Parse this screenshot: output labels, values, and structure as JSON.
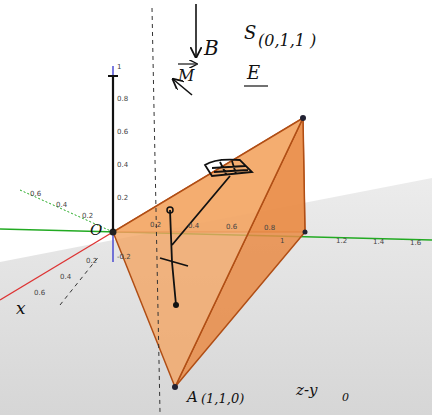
{
  "diagram": {
    "labels": [
      "B",
      "S",
      "(0,1,1 )",
      "E",
      "M",
      "O",
      "x",
      "A",
      "(1,1,0)",
      "z-y",
      "0",
      "1",
      "0.8",
      "0.6",
      "0.4",
      "0.2",
      "-0.2",
      "0.6",
      "0.4",
      "0.2",
      "0.2",
      "0.4",
      "0.6",
      "0.8",
      "1",
      "1.2",
      "1.4",
      "1.6",
      "0.2",
      "0.4",
      "0.6"
    ]
  }
}
